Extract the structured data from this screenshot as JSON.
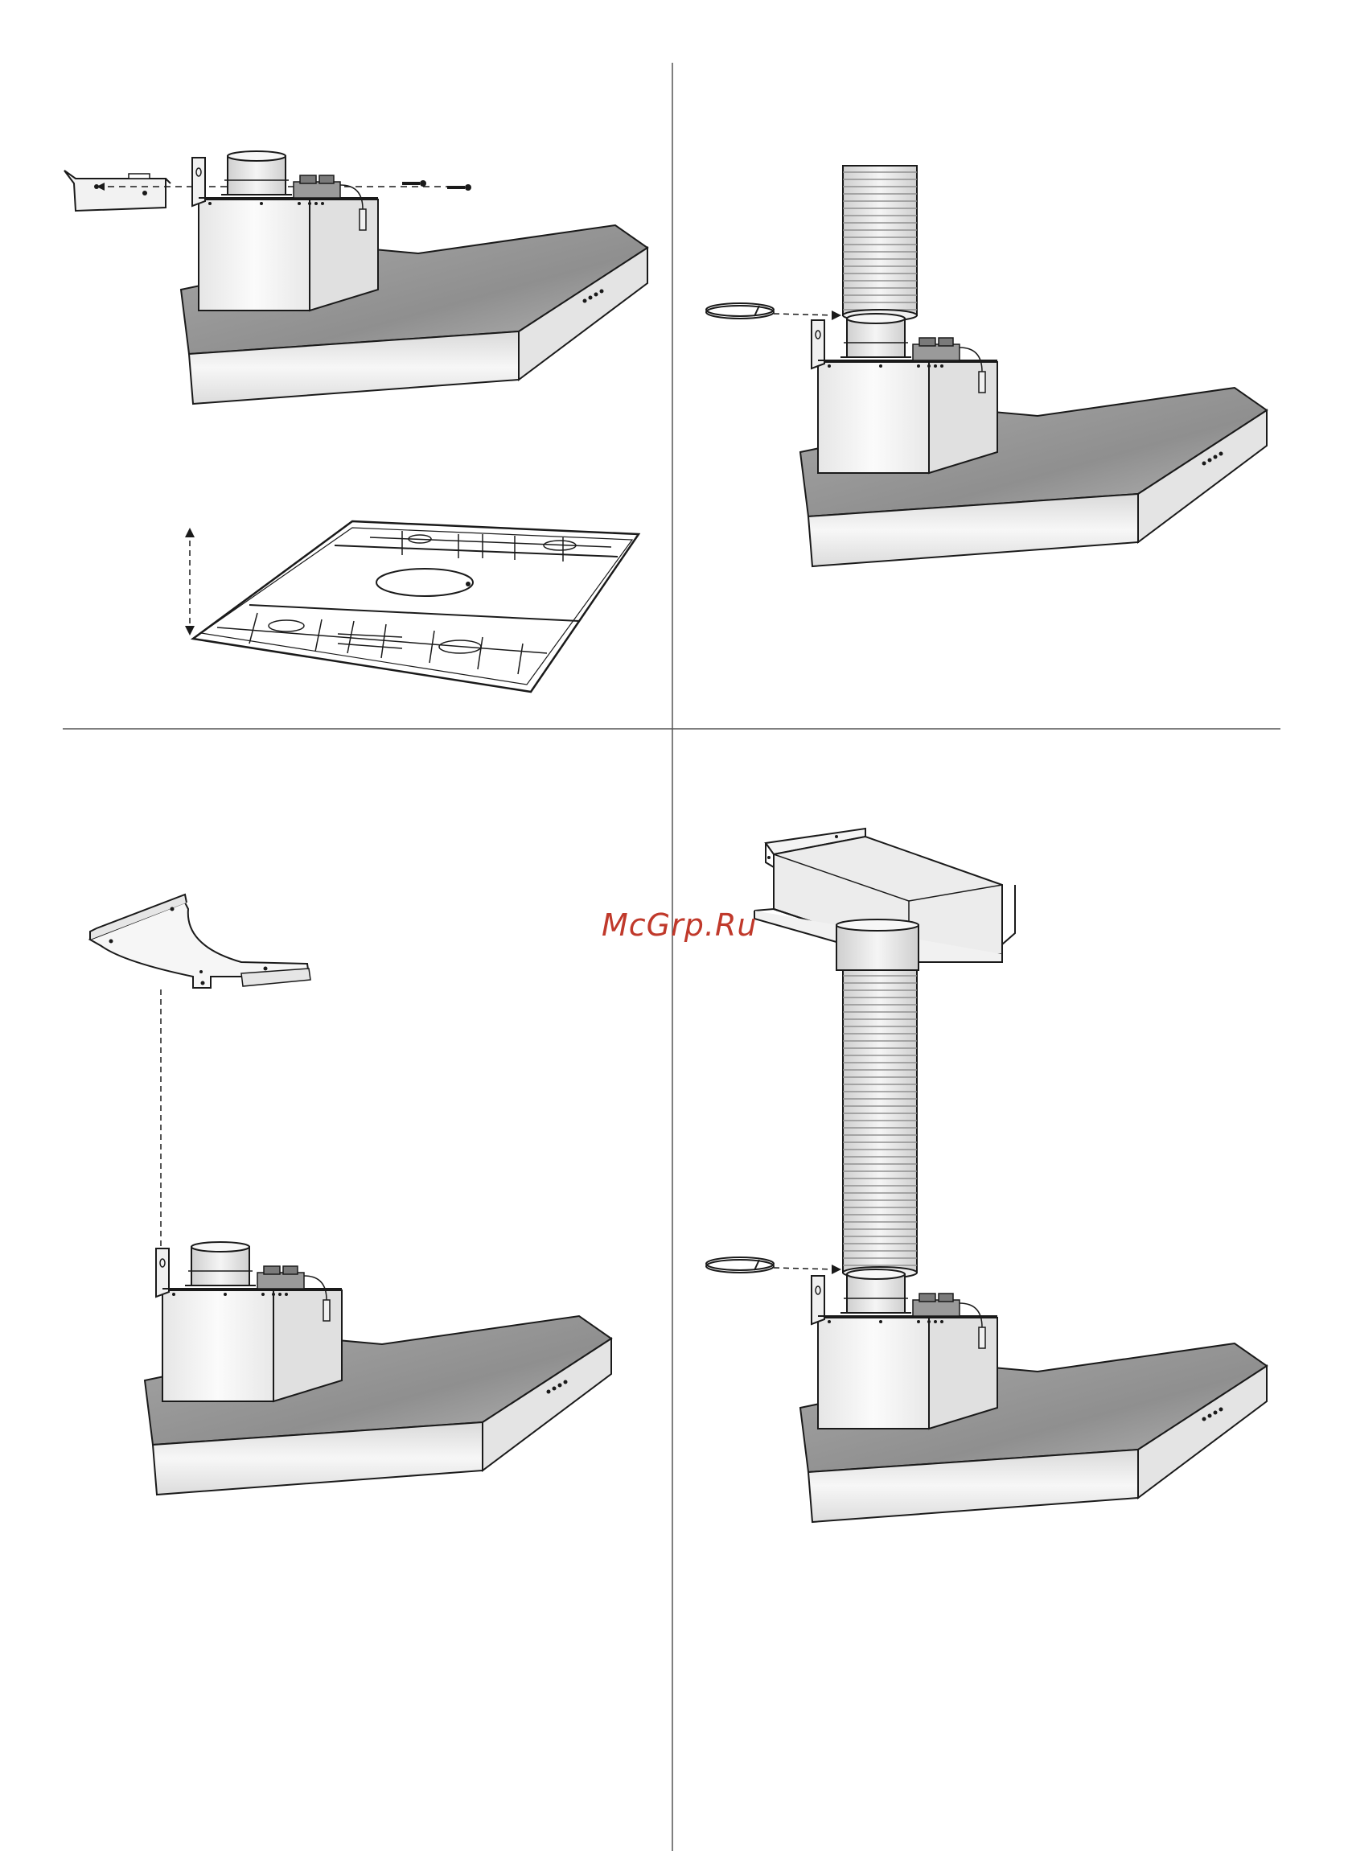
{
  "page": {
    "background": "#ffffff"
  },
  "watermark": {
    "text": "McGrp.Ru",
    "color": "#c0392b"
  },
  "colors": {
    "line": "#1a1a1a",
    "divider": "#555555",
    "hood_top_dark": "#8c8c8c",
    "hood_top_light": "#c8c8c8",
    "hood_front": "#ededed",
    "motor_body": "#f3f3f3",
    "motor_side": "#e2e2e2",
    "duct_rib": "#d6d6d6",
    "hob_fill": "#ffffff"
  },
  "panels": [
    {
      "id": "panel-1",
      "step": "hood-mounting-above-hob",
      "icons": [
        "wall-bracket-icon",
        "screw-icon",
        "hob-icon",
        "distance-arrow-icon"
      ]
    },
    {
      "id": "panel-2",
      "step": "attach-flexible-duct",
      "icons": [
        "hose-clamp-icon",
        "flexible-duct-icon"
      ]
    },
    {
      "id": "panel-3",
      "step": "attach-chimney-bracket",
      "icons": [
        "chimney-bracket-icon"
      ]
    },
    {
      "id": "panel-4",
      "step": "connect-duct-to-ceiling-bracket",
      "icons": [
        "ceiling-bracket-icon",
        "flexible-duct-icon",
        "hose-clamp-icon"
      ]
    }
  ]
}
